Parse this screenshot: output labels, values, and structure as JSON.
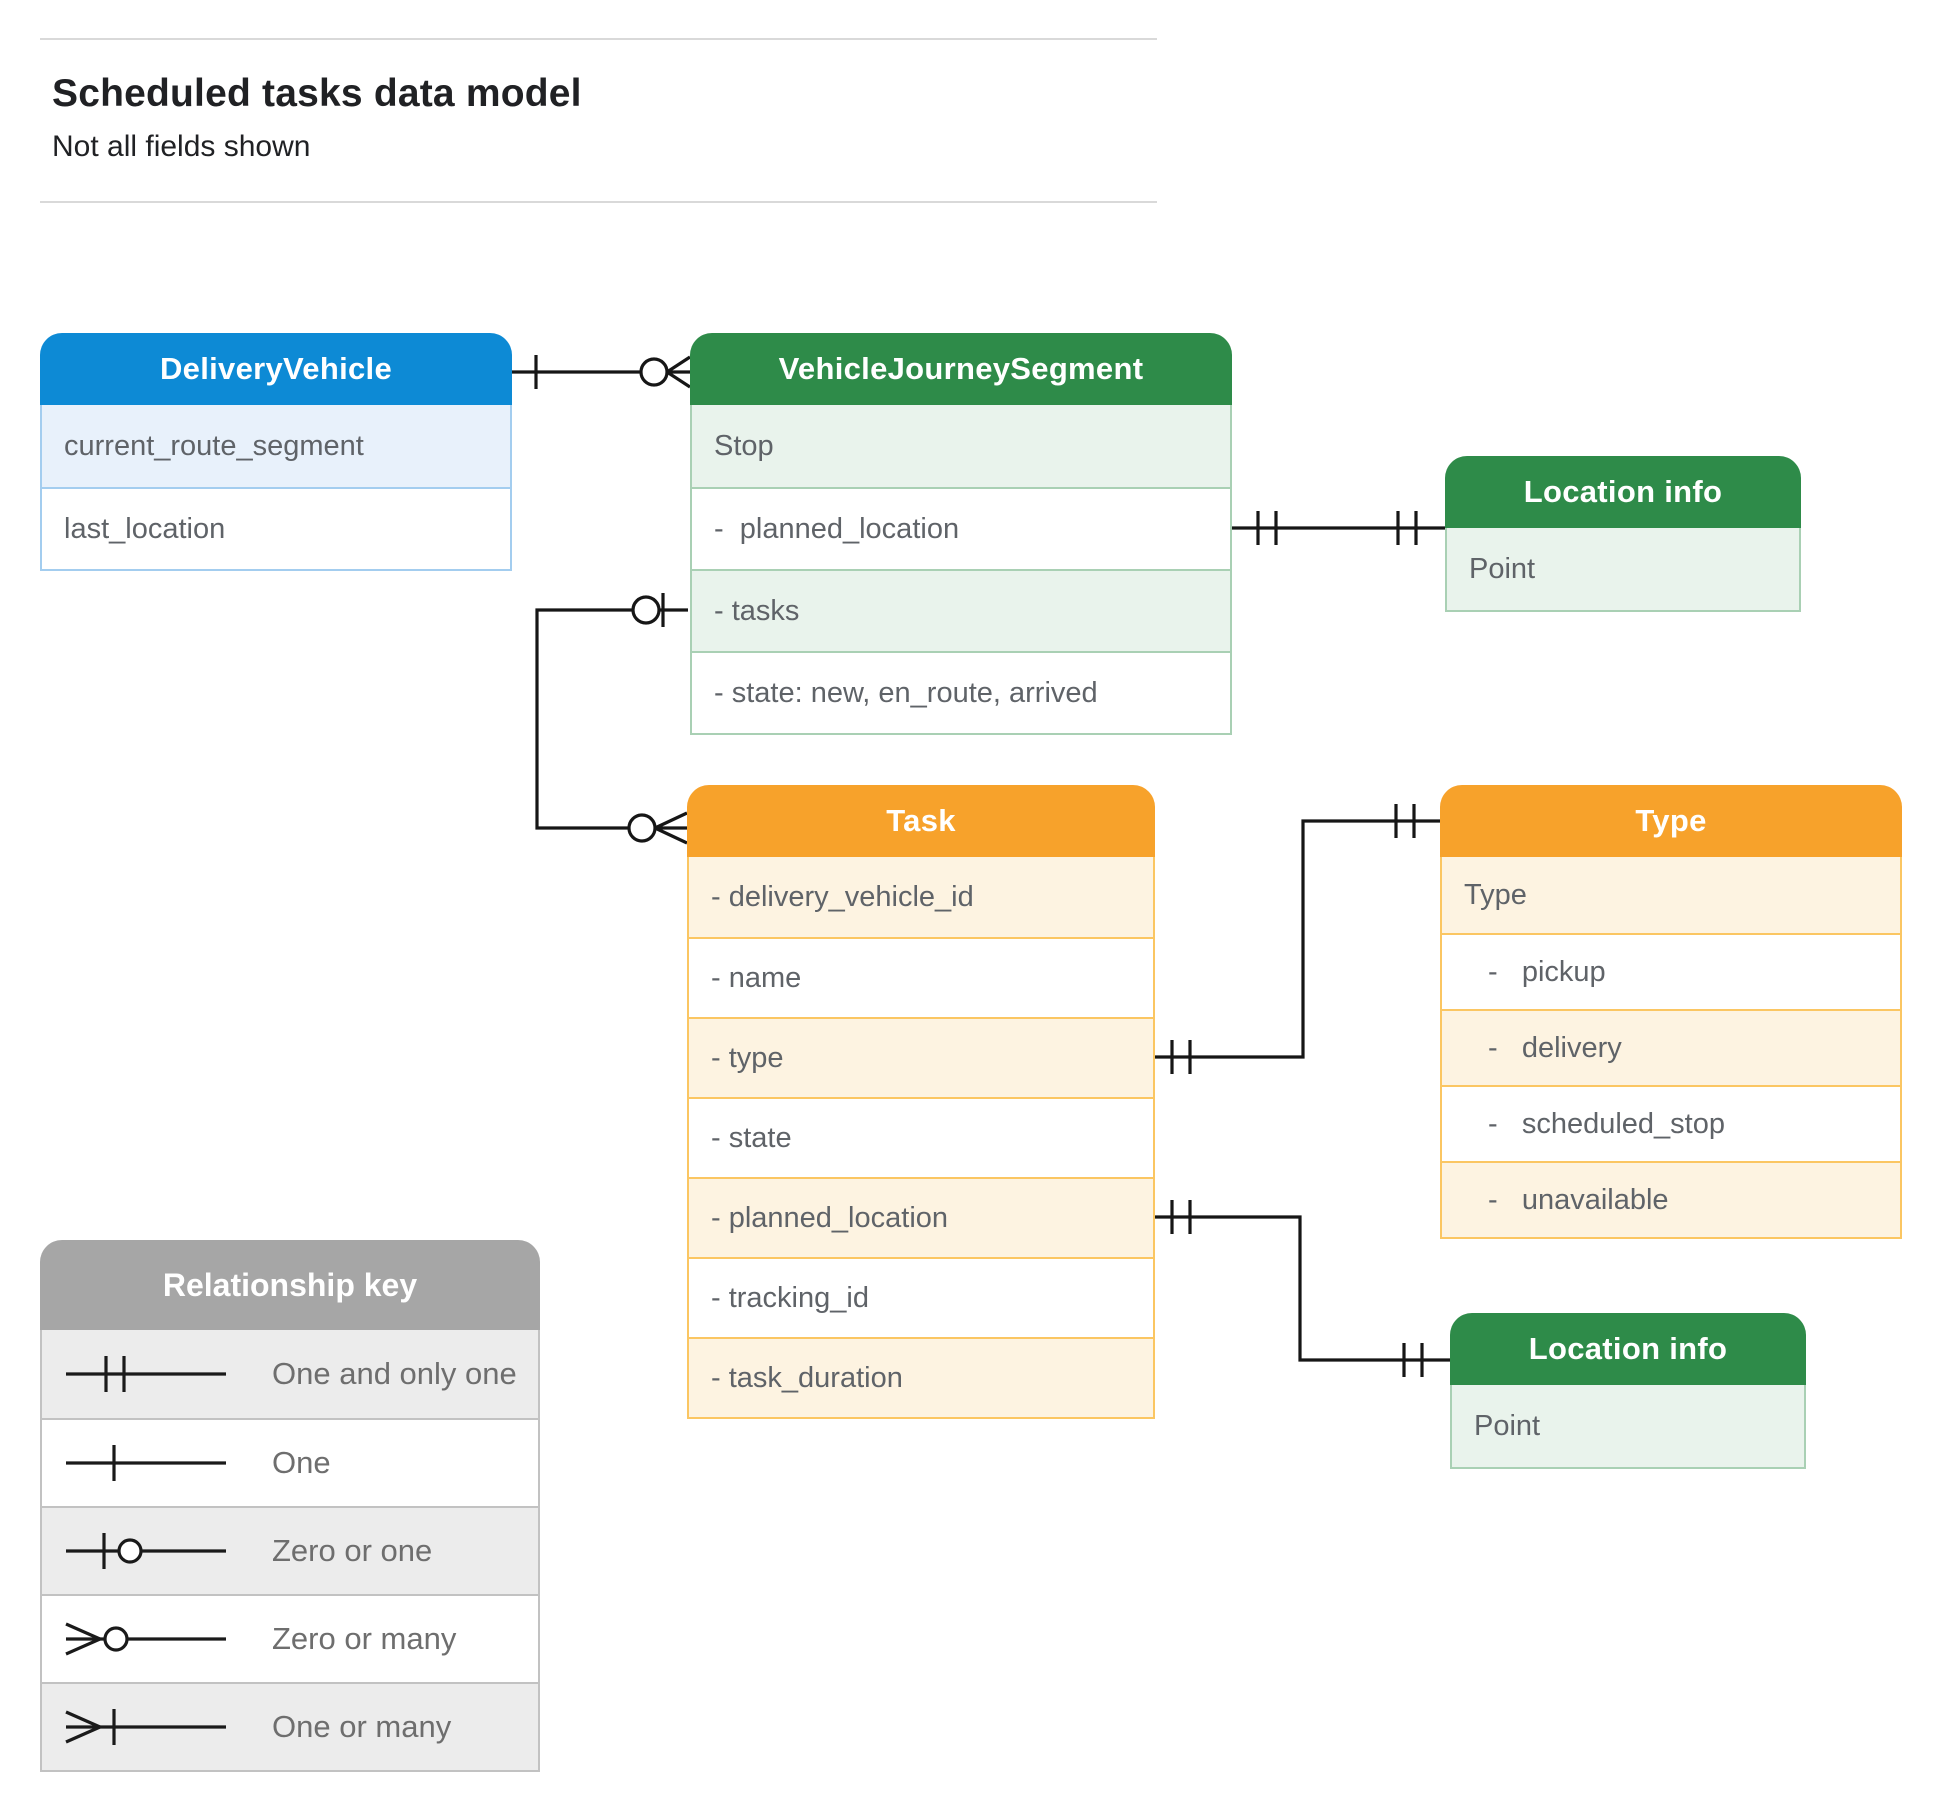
{
  "page": {
    "title": "Scheduled tasks data model",
    "subtitle": "Not all fields shown"
  },
  "entities": {
    "delivery_vehicle": {
      "title": "DeliveryVehicle",
      "rows": [
        "current_route_segment",
        "last_location"
      ]
    },
    "vehicle_journey_segment": {
      "title": "VehicleJourneySegment",
      "rows": [
        "Stop",
        "-  planned_location",
        "- tasks",
        "- state: new, en_route, arrived"
      ]
    },
    "location_info_top": {
      "title": "Location info",
      "rows": [
        "Point"
      ]
    },
    "task": {
      "title": "Task",
      "rows": [
        "- delivery_vehicle_id",
        "- name",
        "- type",
        "- state",
        "- planned_location",
        "- tracking_id",
        "- task_duration"
      ]
    },
    "type": {
      "title": "Type",
      "rows": [
        "Type",
        "-   pickup",
        "-   delivery",
        "-   scheduled_stop",
        "-   unavailable"
      ]
    },
    "location_info_bottom": {
      "title": "Location info",
      "rows": [
        "Point"
      ]
    }
  },
  "relationships": [
    {
      "from": "DeliveryVehicle",
      "to": "VehicleJourneySegment",
      "from_cardinality": "one",
      "to_cardinality": "zero-or-many"
    },
    {
      "from": "VehicleJourneySegment.planned_location",
      "to": "Location info",
      "from_cardinality": "one-and-only-one",
      "to_cardinality": "one-and-only-one"
    },
    {
      "from": "VehicleJourneySegment.tasks",
      "to": "Task",
      "from_cardinality": "zero-or-one",
      "to_cardinality": "zero-or-many"
    },
    {
      "from": "Task.type",
      "to": "Type",
      "from_cardinality": "one-and-only-one",
      "to_cardinality": "one-and-only-one"
    },
    {
      "from": "Task.planned_location",
      "to": "Location info",
      "from_cardinality": "one-and-only-one",
      "to_cardinality": "one-and-only-one"
    }
  ],
  "legend": {
    "title": "Relationship key",
    "items": [
      {
        "symbol": "one-and-only-one",
        "label": "One and only one"
      },
      {
        "symbol": "one",
        "label": "One"
      },
      {
        "symbol": "zero-or-one",
        "label": "Zero or one"
      },
      {
        "symbol": "zero-or-many",
        "label": "Zero or many"
      },
      {
        "symbol": "one-or-many",
        "label": "One or many"
      }
    ]
  },
  "colors": {
    "blue_header": "#0d8ad5",
    "blue_row": "#e8f1fb",
    "blue_border": "#a3cdef",
    "green_header": "#2e8b49",
    "green_row": "#e9f3ec",
    "green_border": "#a9d0b4",
    "orange_header": "#f7a22b",
    "orange_row": "#fdf3e1",
    "orange_border": "#fbc662",
    "legend_header": "#a6a6a6",
    "legend_row": "#ececec",
    "legend_border": "#c2c2c2",
    "connector": "#161616",
    "field_text": "#5f6368",
    "title_text": "#202124",
    "legend_text": "#6e6e6e"
  }
}
